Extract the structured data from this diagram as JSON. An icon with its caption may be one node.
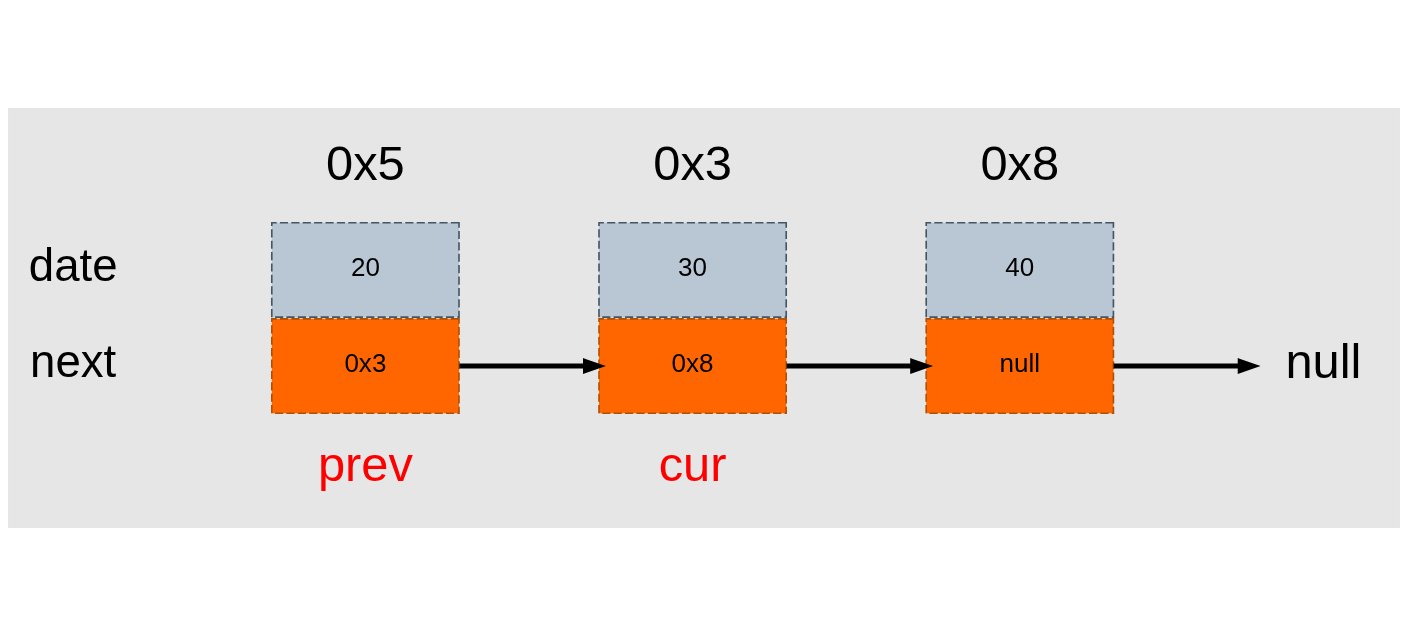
{
  "diagram": {
    "nodes": [
      {
        "text": [
          "20"
        ],
        "beside": [
          "0x5"
        ]
      },
      {
        "text": [
          "0x3"
        ],
        "beside": [
          "prev"
        ]
      },
      {
        "text": [
          "30"
        ],
        "beside": [
          "0x3"
        ]
      },
      {
        "text": [
          "0x8"
        ],
        "beside": [
          "cur"
        ]
      },
      {
        "text": [
          "40"
        ],
        "beside": [
          "0x8"
        ]
      },
      {
        "text": [
          "null"
        ]
      },
      {
        "text": [
          "null"
        ]
      }
    ],
    "edges": [
      {
        "from": 1,
        "to": 3,
        "arrow": "to"
      },
      {
        "from": 3,
        "to": 5,
        "arrow": "to"
      },
      {
        "from": 5,
        "to": 6,
        "arrow": "to"
      }
    ],
    "labels": [
      "date",
      "next"
    ]
  }
}
